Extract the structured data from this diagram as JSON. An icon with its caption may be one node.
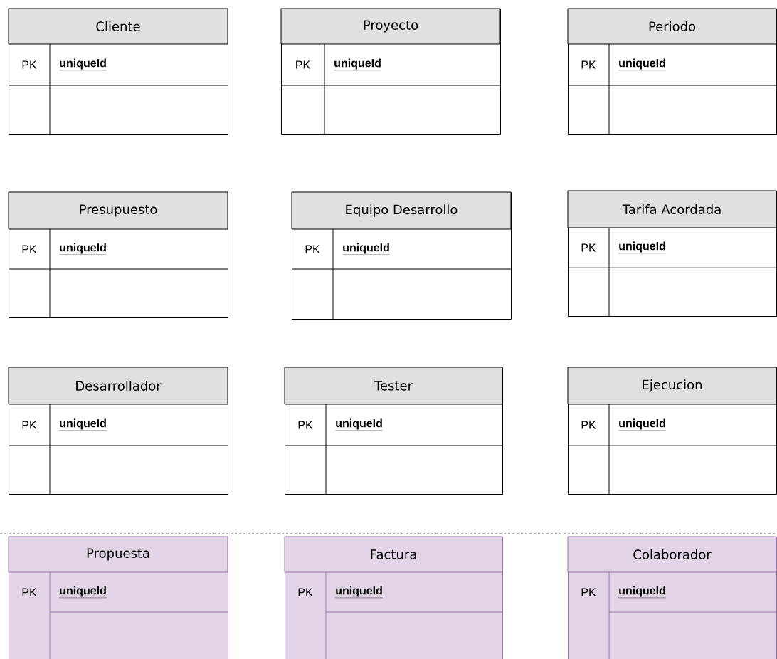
{
  "diagram": {
    "nodes": [
      {
        "text": [
          "Cliente",
          "PK",
          "uniqueId"
        ]
      },
      {
        "text": [
          "Proyecto",
          "PK",
          "uniqueId"
        ]
      },
      {
        "text": [
          "Periodo",
          "PK",
          "uniqueId"
        ]
      },
      {
        "text": [
          "Presupuesto",
          "PK",
          "uniqueId"
        ]
      },
      {
        "text": [
          "Equipo Desarrollo",
          "PK",
          "uniqueId"
        ]
      },
      {
        "text": [
          "Tarifa Acordada",
          "PK",
          "uniqueId"
        ]
      },
      {
        "text": [
          "Desarrollador",
          "PK",
          "uniqueId"
        ]
      },
      {
        "text": [
          "Tester",
          "PK",
          "uniqueId"
        ]
      },
      {
        "text": [
          "Ejecucion",
          "PK",
          "uniqueId"
        ]
      },
      {
        "text": [
          "Propuesta",
          "PK",
          "uniqueId"
        ]
      },
      {
        "text": [
          "Factura",
          "PK",
          "uniqueId"
        ]
      },
      {
        "text": [
          "Colaborador",
          "PK",
          "uniqueId"
        ]
      }
    ],
    "edges": []
  }
}
